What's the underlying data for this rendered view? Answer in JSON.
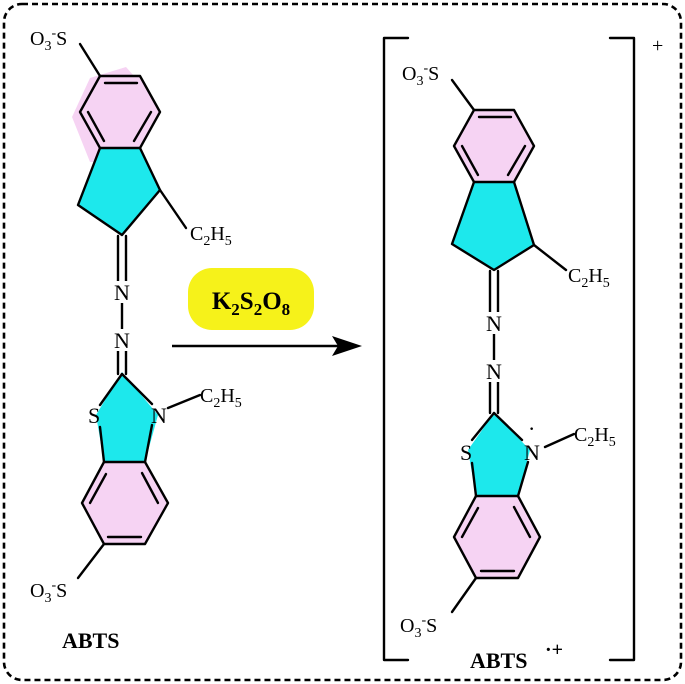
{
  "reactant": {
    "name": "ABTS",
    "top_sulfonate": "O3-S",
    "ethyl_top": "C2H5",
    "azo_n1": "N",
    "azo_n2": "N",
    "thiazole_s": "S",
    "thiazole_n": "N",
    "ethyl_n": "C2H5",
    "bottom_sulfonate": "O3-S"
  },
  "reagent": {
    "label": "K2S2O8",
    "color": "#f6f21a"
  },
  "product": {
    "name": "ABTS",
    "name_superscript": "·+",
    "charge": "+",
    "radical_dot": "·",
    "top_sulfonate": "O3-S",
    "ethyl_top": "C2H5",
    "azo_n1": "N",
    "azo_n2": "N",
    "thiazole_s": "S",
    "thiazole_n": "N",
    "ethyl_n": "C2H5",
    "bottom_sulfonate": "O3-S"
  },
  "colors": {
    "benzene_fill": "#f6d3f3",
    "five_ring_fill": "#1de8ec",
    "frame": "#000000"
  }
}
